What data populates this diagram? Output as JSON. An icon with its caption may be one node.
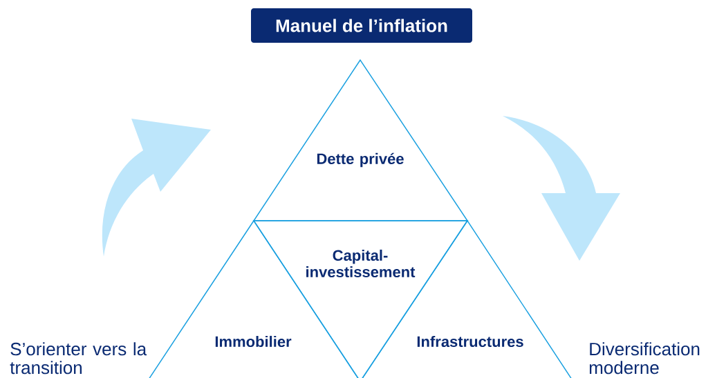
{
  "diagram": {
    "nodes": [
      {
        "text": [
          "Manuel de l’inflation"
        ]
      },
      {
        "text": [
          "Dette privée"
        ]
      },
      {
        "text": [
          "Capital-investissement"
        ]
      },
      {
        "text": [
          "Immobilier"
        ]
      },
      {
        "text": [
          "Infrastructures"
        ]
      }
    ],
    "labels": [
      "S’orienter vers la transition",
      "Diversification moderne"
    ]
  }
}
